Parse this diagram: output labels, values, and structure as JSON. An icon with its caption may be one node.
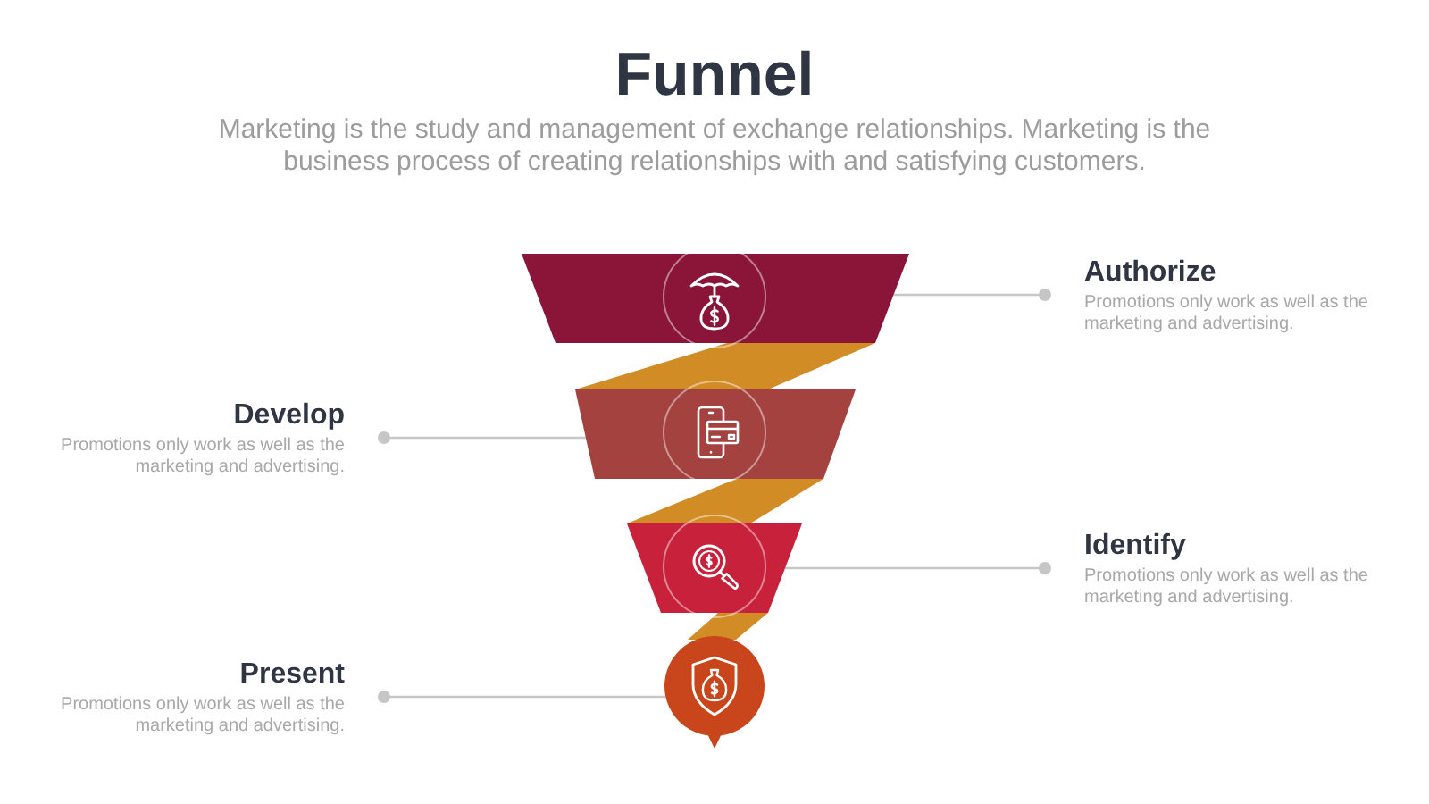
{
  "diagram": {
    "title": "Funnel",
    "nodes": [
      {
        "text": [],
        "shape": "trapezoid"
      },
      {
        "text": [
          "Authorize",
          "Promotions only work as well as the marketing and advertising."
        ]
      },
      {
        "text": [],
        "shape": "trapezoid"
      },
      {
        "text": [
          "Develop",
          "Promotions only work as well as the marketing and advertising."
        ]
      },
      {
        "text": [],
        "shape": "trapezoid"
      },
      {
        "text": [
          "Identify",
          "Promotions only work as well as the marketing and advertising."
        ]
      },
      {
        "text": [],
        "shape": "circle"
      },
      {
        "text": [
          "Present",
          "Promotions only work as well as the marketing and advertising."
        ]
      }
    ],
    "edges": [
      {
        "from": 1,
        "to": 0,
        "arrow": "other"
      },
      {
        "from": 3,
        "to": 2,
        "arrow": "other"
      },
      {
        "from": 5,
        "to": 4,
        "arrow": "other"
      },
      {
        "from": 7,
        "to": 6,
        "arrow": "other"
      }
    ],
    "labels": [
      "Marketing is the study and management of exchange relationships. Marketing is the business process of creating relationships with and satisfying customers."
    ]
  }
}
